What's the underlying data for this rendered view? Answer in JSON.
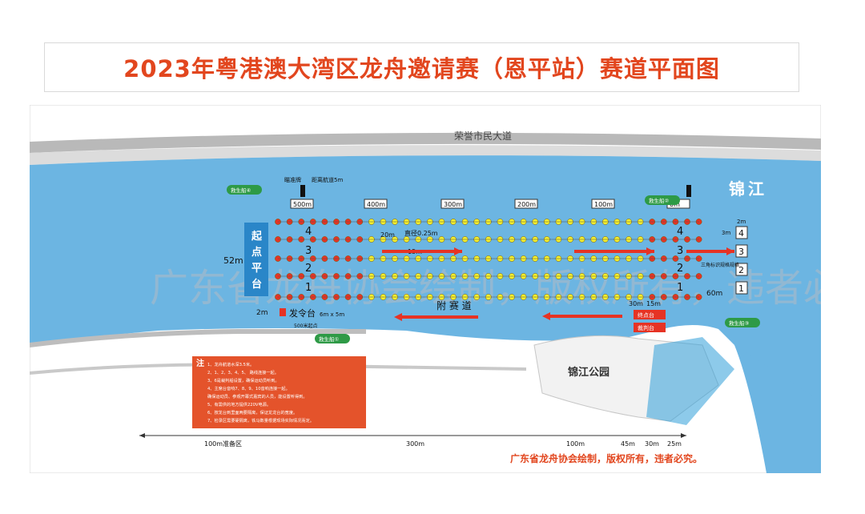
{
  "title": "2023年粤港澳大湾区龙舟邀请赛（恩平站）赛道平面图",
  "road_label": "荣誉市民大道",
  "river_label": "锦江",
  "park_label": "锦江公园",
  "start_platform_label": "起 点 平 台",
  "start_platform_chars": [
    "起",
    "点",
    "平",
    "台"
  ],
  "start_platform_width": "52m",
  "start_platform_depth": "2m",
  "launch_platform_label": "发令台",
  "launch_platform_size": "6m x 5m",
  "launch_platform_note": "500米起点",
  "aim_marker_label": "瞄准牌",
  "aim_marker_note": "距离航道5m",
  "distance_markers": [
    "500m",
    "400m",
    "300m",
    "200m",
    "100m",
    "0m"
  ],
  "lane_numbers": [
    "4",
    "3",
    "2",
    "1"
  ],
  "lane_spacing": "20m",
  "buoy_diameter": "直径0.25m",
  "lane_width": "15m",
  "aux_lane_label": "附  赛  道",
  "finish_top_dim": "2m",
  "finish_side_dim": "3m",
  "finish_width": "60m",
  "finish_gap_a": "30m",
  "finish_gap_b": "15m",
  "finish_note": "三角标识规格规格",
  "rescue_boat_label": "救生船",
  "rescue_boats": [
    {
      "label": "救生船",
      "num": "④"
    },
    {
      "label": "救生船",
      "num": "②"
    },
    {
      "label": "救生船",
      "num": "①"
    },
    {
      "label": "救生船",
      "num": "③"
    }
  ],
  "finish_platform": "终点台",
  "judge_platform": "裁判台",
  "notes_prefix": "注",
  "notes": [
    "1、龙舟航道水深3.5米。",
    "2、1、2、3、4、5、 路线连接一起。",
    "3、6是裁判船设置，确保运动员听到。",
    "4、主席台音响7、8、9、10音响连接一起。",
    "确保运动员、参观开幕式嘉宾的人员，能设置听得到。",
    "5、有需供的地方提供220V电源。",
    "6、按龙台到里面两要隔离，保证龙龙台的宽度。",
    "7、检录区需要硬隔离，铁马数量根据现场实际情况而定。"
  ],
  "bottom_scale": [
    "100m准备区",
    "300m",
    "100m",
    "45m",
    "30m",
    "25m"
  ],
  "copyright": "广东省龙舟协会绘制，版权所有，违者必究。",
  "watermark": "广东省龙舟协会绘制，版权所有，违者必究。",
  "colors": {
    "title": "#e2461e",
    "river": "#6cb5e2",
    "road": "#b9b9b9",
    "red_buoy": "#e63324",
    "yellow_buoy": "#f3ef2d",
    "arrow": "#e63324",
    "platform": "#2a86c8",
    "notes_bg": "#e4532b",
    "rescue": "#2e9a46"
  }
}
